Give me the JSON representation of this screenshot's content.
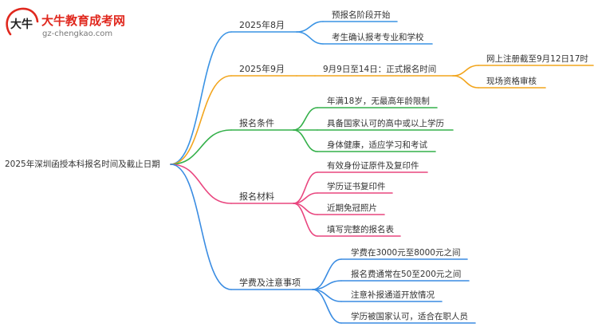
{
  "logo": {
    "mark_text": "大牛",
    "name": "大牛教育成考网",
    "domain": "gz-chengkao.com",
    "name_color": "#e0281e",
    "mark_color": "#e0281e"
  },
  "mindmap": {
    "root": "2025年深圳函授本科报名时间及截止日期",
    "branches": [
      {
        "label": "2025年8月",
        "color": "#3a93e4",
        "children": [
          {
            "label": "预报名阶段开始"
          },
          {
            "label": "考生确认报考专业和学校"
          }
        ]
      },
      {
        "label": "2025年9月",
        "color": "#f2a51d",
        "children": [
          {
            "label": "9月9日至14日：正式报名时间",
            "children": [
              {
                "label": "网上注册截至9月12日17时"
              },
              {
                "label": "现场资格审核"
              }
            ]
          }
        ]
      },
      {
        "label": "报名条件",
        "color": "#34b04a",
        "children": [
          {
            "label": "年满18岁，无最高年龄限制"
          },
          {
            "label": "具备国家认可的高中或以上学历"
          },
          {
            "label": "身体健康，适应学习和考试"
          }
        ]
      },
      {
        "label": "报名材料",
        "color": "#e9467f",
        "children": [
          {
            "label": "有效身份证原件及复印件"
          },
          {
            "label": "学历证书复印件"
          },
          {
            "label": "近期免冠照片"
          },
          {
            "label": "填写完整的报名表"
          }
        ]
      },
      {
        "label": "学费及注意事项",
        "color": "#3a8ce2",
        "children": [
          {
            "label": "学费在3000元至8000元之间"
          },
          {
            "label": "报名费通常在50至200元之间"
          },
          {
            "label": "注意补报通道开放情况"
          },
          {
            "label": "学历被国家认可，适合在职人员"
          }
        ]
      }
    ]
  }
}
